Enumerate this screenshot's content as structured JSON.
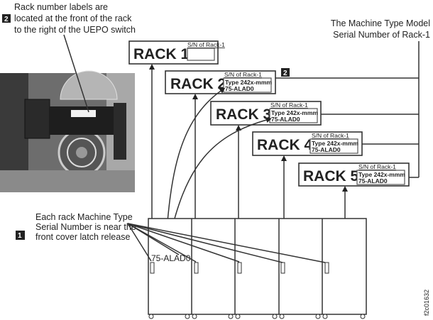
{
  "callout_2": {
    "badge": "2",
    "lines": [
      "Rack number labels are",
      "located at the front of the rack",
      "to the right of the UEPO switch"
    ]
  },
  "callout_1": {
    "badge": "1",
    "lines": [
      "Each rack Machine Type",
      "Serial Number is near the",
      "front cover latch release"
    ]
  },
  "machine_type_note": {
    "lines": [
      "The Machine Type Model",
      "Serial Number of Rack-1"
    ]
  },
  "racks": [
    {
      "label": "RACK 1",
      "sn_caption": "S/N of Rack-1",
      "type": "",
      "serial": ""
    },
    {
      "label": "RACK 2",
      "sn_caption": "S/N of Rack-1",
      "type": "Type 242x-mmm",
      "serial": "75-ALAD0"
    },
    {
      "label": "RACK 3",
      "sn_caption": "S/N of Rack-1",
      "type": "Type 242x-mmm",
      "serial": "75-ALAD0"
    },
    {
      "label": "RACK 4",
      "sn_caption": "S/N of Rack-1",
      "type": "Type 242x-mmm",
      "serial": "75-ALAD0"
    },
    {
      "label": "RACK 5",
      "sn_caption": "S/N of Rack-1",
      "type": "Type 242x-mmm",
      "serial": "75-ALAD0"
    }
  ],
  "rack2_badge": "2",
  "cabinet_serial_label": "75-ALAD0",
  "figure_id": "f2c01632"
}
